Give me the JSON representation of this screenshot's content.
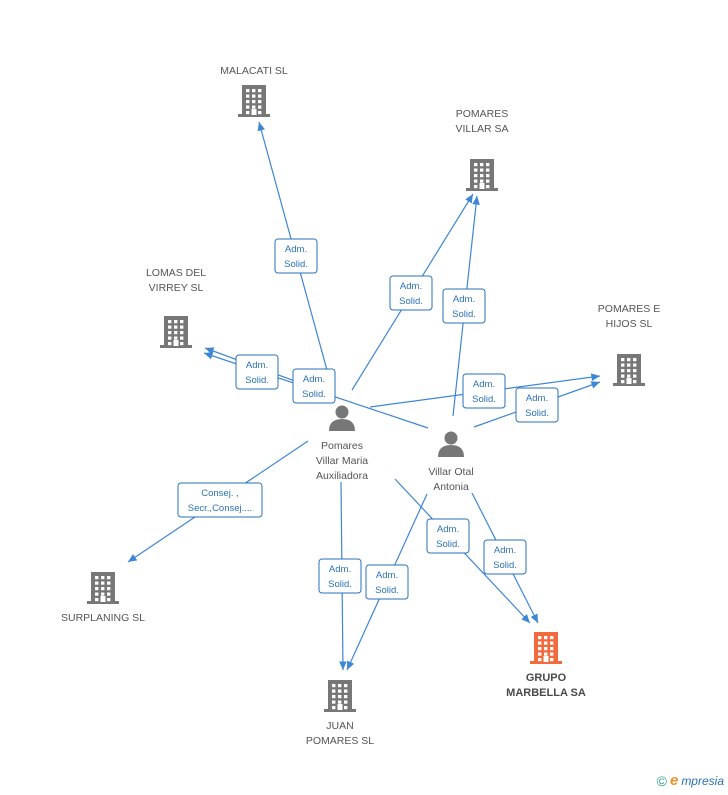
{
  "colors": {
    "edge": "#3e86d6",
    "edge_text": "#2a72b8",
    "company": "#777777",
    "focus_company": "#f26a3d",
    "person": "#777777"
  },
  "nodes": [
    {
      "id": "malacati",
      "type": "company",
      "lines": [
        "MALACATI SL"
      ]
    },
    {
      "id": "pomares_villar",
      "type": "company",
      "lines": [
        "POMARES",
        "VILLAR SA"
      ]
    },
    {
      "id": "lomas",
      "type": "company",
      "lines": [
        "LOMAS DEL",
        "VIRREY SL"
      ]
    },
    {
      "id": "pomares_hijos",
      "type": "company",
      "lines": [
        "POMARES E",
        "HIJOS SL"
      ]
    },
    {
      "id": "surplaning",
      "type": "company",
      "lines": [
        "SURPLANING SL"
      ]
    },
    {
      "id": "juan",
      "type": "company",
      "lines": [
        "JUAN",
        "POMARES SL"
      ]
    },
    {
      "id": "grupo",
      "type": "company",
      "focus": true,
      "lines": [
        "GRUPO",
        "MARBELLA SA"
      ]
    },
    {
      "id": "pvma",
      "type": "person",
      "lines": [
        "Pomares",
        "Villar Maria",
        "Auxiliadora"
      ]
    },
    {
      "id": "voa",
      "type": "person",
      "lines": [
        "Villar Otal",
        "Antonia"
      ]
    }
  ],
  "edges": [
    {
      "from": "pvma",
      "to": "malacati",
      "label": [
        "Adm.",
        "Solid."
      ]
    },
    {
      "from": "pvma",
      "to": "pomares_villar",
      "label": [
        "Adm.",
        "Solid."
      ]
    },
    {
      "from": "voa",
      "to": "pomares_villar",
      "label": [
        "Adm.",
        "Solid."
      ]
    },
    {
      "from": "pvma",
      "to": "lomas",
      "label": [
        "Adm.",
        "Solid."
      ]
    },
    {
      "from": "voa",
      "to": "lomas",
      "label": [
        "Adm.",
        "Solid."
      ]
    },
    {
      "from": "pvma",
      "to": "pomares_hijos",
      "label": [
        "Adm.",
        "Solid."
      ]
    },
    {
      "from": "voa",
      "to": "pomares_hijos",
      "label": [
        "Adm.",
        "Solid."
      ]
    },
    {
      "from": "pvma",
      "to": "surplaning",
      "label": [
        "Consej. ,",
        "Secr.,Consej...."
      ]
    },
    {
      "from": "pvma",
      "to": "juan",
      "label": [
        "Adm.",
        "Solid."
      ]
    },
    {
      "from": "voa",
      "to": "juan",
      "label": [
        "Adm.",
        "Solid."
      ]
    },
    {
      "from": "pvma",
      "to": "grupo",
      "label": [
        "Adm.",
        "Solid."
      ]
    },
    {
      "from": "voa",
      "to": "grupo",
      "label": [
        "Adm.",
        "Solid."
      ]
    }
  ],
  "footer": {
    "copyright": "©",
    "brand_initial": "e",
    "brand_rest": "mpresia"
  }
}
